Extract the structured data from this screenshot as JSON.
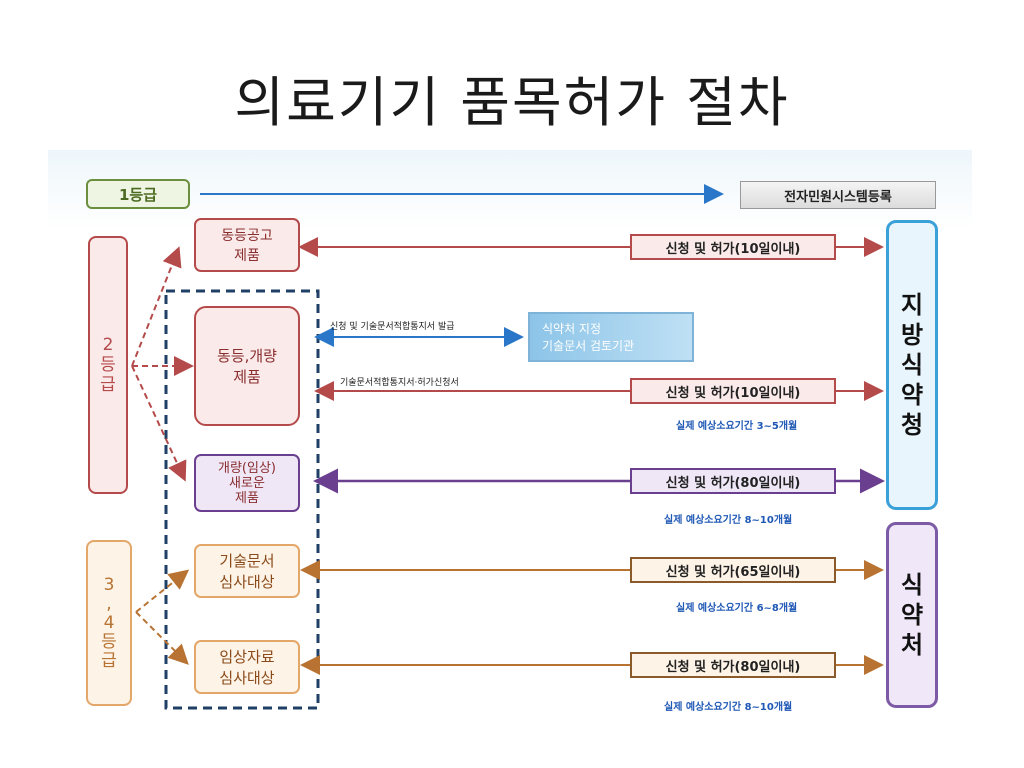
{
  "title": "의료기기 품목허가 절차",
  "grade1": {
    "label": "1등급",
    "target": "전자민원시스템등록"
  },
  "grade2": {
    "label": "2\n등\n급"
  },
  "grade34": {
    "label": "3\n,\n4\n등\n급"
  },
  "products": {
    "equivalent": "동등공고\n제품",
    "improved": "동등,개량\n제품",
    "novel": "개량(임상)\n새로운\n제품",
    "techdoc": "기술문서\n심사대상",
    "clinical": "임상자료\n심사대상"
  },
  "labels": {
    "tech_issue": "신청 및 기술문서적합통지서  발급",
    "tech_permit": "기술문서적합통지서·허가신청서",
    "review_org": "식약처 지정\n기술문서 검토기관"
  },
  "applications": {
    "a1": "신청 및 허가(10일이내)",
    "a2": "신청 및 허가(10일이내)",
    "a3": "신청 및 허가(80일이내)",
    "a4": "신청 및 허가(65일이내)",
    "a5": "신청 및 허가(80일이내)"
  },
  "notes": {
    "n2": "실제 예상소요기간 3~5개월",
    "n3": "실제 예상소요기간 8~10개월",
    "n4": "실제 예상소요기간 6~8개월",
    "n5": "실제 예상소요기간 8~10개월"
  },
  "agencies": {
    "regional": "지\n방\n식\n약\n청",
    "mfds": "식\n약\n처"
  },
  "colors": {
    "red": "#b54a4a",
    "brown": "#b87333",
    "purple": "#6a3f8f",
    "blue": "#2a77c9",
    "navy": "#1f3f66"
  }
}
